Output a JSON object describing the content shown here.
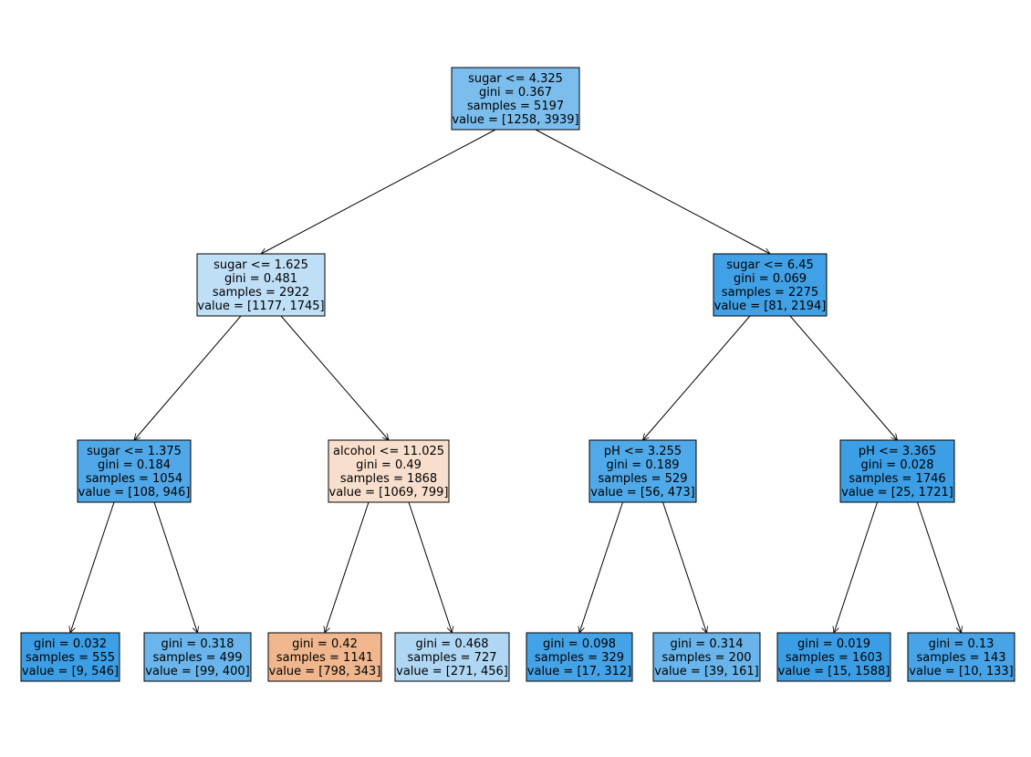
{
  "tree": {
    "nodes": [
      {
        "id": "n0",
        "lines": [
          "sugar <= 4.325",
          "gini = 0.367",
          "samples = 5197",
          "value = [1258, 3939]"
        ],
        "fill": "#7bbeee"
      },
      {
        "id": "n1",
        "lines": [
          "sugar <= 1.625",
          "gini = 0.481",
          "samples = 2922",
          "value = [1177, 1745]"
        ],
        "fill": "#bfdff7"
      },
      {
        "id": "n2",
        "lines": [
          "sugar <= 1.375",
          "gini = 0.184",
          "samples = 1054",
          "value = [108, 946]"
        ],
        "fill": "#50a8e8"
      },
      {
        "id": "n3",
        "lines": [
          "gini = 0.032",
          "samples = 555",
          "value = [9, 546]"
        ],
        "fill": "#3c9ee5"
      },
      {
        "id": "n4",
        "lines": [
          "gini = 0.318",
          "samples = 499",
          "value = [99, 400]"
        ],
        "fill": "#6ab5eb"
      },
      {
        "id": "n5",
        "lines": [
          "alcohol <= 11.025",
          "gini = 0.49",
          "samples = 1868",
          "value = [1069, 799]"
        ],
        "fill": "#f8dfcd"
      },
      {
        "id": "n6",
        "lines": [
          "gini = 0.42",
          "samples = 1141",
          "value = [798, 343]"
        ],
        "fill": "#f0b78e"
      },
      {
        "id": "n7",
        "lines": [
          "gini = 0.468",
          "samples = 727",
          "value = [271, 456]"
        ],
        "fill": "#afd7f4"
      },
      {
        "id": "n8",
        "lines": [
          "sugar <= 6.45",
          "gini = 0.069",
          "samples = 2275",
          "value = [81, 2194]"
        ],
        "fill": "#40a1e6"
      },
      {
        "id": "n9",
        "lines": [
          "pH <= 3.255",
          "gini = 0.189",
          "samples = 529",
          "value = [56, 473]"
        ],
        "fill": "#50a9e8"
      },
      {
        "id": "n10",
        "lines": [
          "gini = 0.098",
          "samples = 329",
          "value = [17, 312]"
        ],
        "fill": "#44a2e6"
      },
      {
        "id": "n11",
        "lines": [
          "gini = 0.314",
          "samples = 200",
          "value = [39, 161]"
        ],
        "fill": "#69b5eb"
      },
      {
        "id": "n12",
        "lines": [
          "pH <= 3.365",
          "gini = 0.028",
          "samples = 1746",
          "value = [25, 1721]"
        ],
        "fill": "#3c9ee5"
      },
      {
        "id": "n13",
        "lines": [
          "gini = 0.019",
          "samples = 1603",
          "value = [15, 1588]"
        ],
        "fill": "#3b9ee5"
      },
      {
        "id": "n14",
        "lines": [
          "gini = 0.13",
          "samples = 143",
          "value = [10, 133]"
        ],
        "fill": "#48a4e7"
      }
    ],
    "edges": [
      [
        "n0",
        "n1"
      ],
      [
        "n0",
        "n8"
      ],
      [
        "n1",
        "n2"
      ],
      [
        "n1",
        "n5"
      ],
      [
        "n2",
        "n3"
      ],
      [
        "n2",
        "n4"
      ],
      [
        "n5",
        "n6"
      ],
      [
        "n5",
        "n7"
      ],
      [
        "n8",
        "n9"
      ],
      [
        "n8",
        "n12"
      ],
      [
        "n9",
        "n10"
      ],
      [
        "n9",
        "n11"
      ],
      [
        "n12",
        "n13"
      ],
      [
        "n12",
        "n14"
      ]
    ]
  }
}
